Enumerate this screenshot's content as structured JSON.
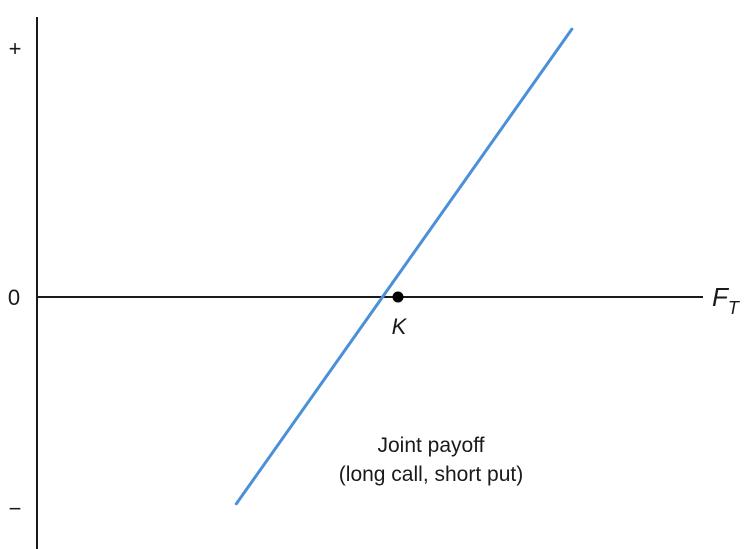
{
  "chart_data": {
    "type": "line",
    "title": "",
    "xlabel": "F",
    "xlabel_subscript": "T",
    "ylabel": "",
    "y_tick_labels": {
      "top": "+",
      "zero": "0",
      "bottom": "−"
    },
    "strike": {
      "label": "K",
      "x": 0,
      "y": 0
    },
    "xlim": [
      -1,
      1
    ],
    "ylim": [
      -1,
      1
    ],
    "series": [
      {
        "points": [
          {
            "x": -0.53,
            "y": -0.98
          },
          {
            "x": 0.57,
            "y": 1.08
          }
        ],
        "color": "#4a90d9"
      }
    ],
    "annotation": {
      "line1": "Joint payoff",
      "line2": "(long call, short put)"
    },
    "grid": false,
    "legend": "none",
    "colors": {
      "axes": "#1a1a1a",
      "payoff_line": "#4a90d9",
      "strike_dot": "#000000"
    }
  }
}
